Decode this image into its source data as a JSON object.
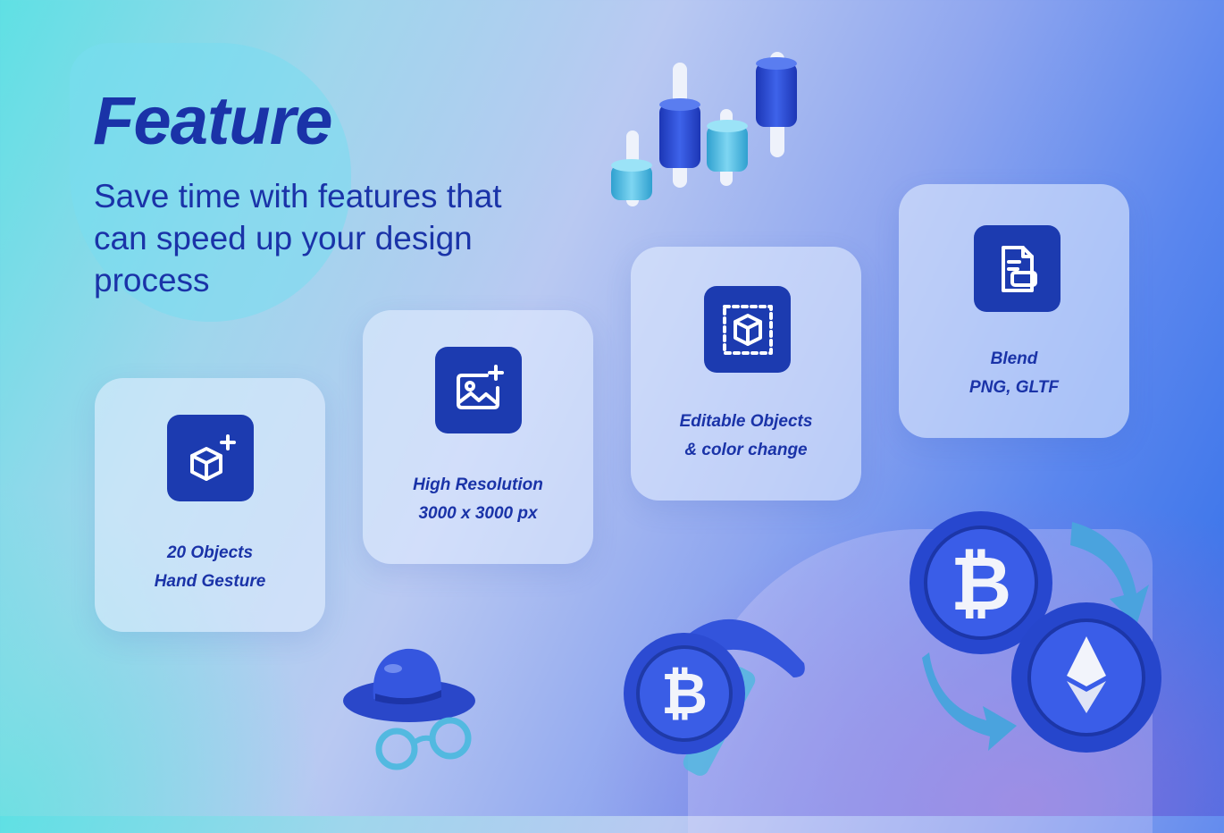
{
  "heading": "Feature",
  "subtitle": "Save time with features that can speed up your design process",
  "cards": [
    {
      "icon": "cube-add-icon",
      "line1": "20 Objects",
      "line2": "Hand Gesture"
    },
    {
      "icon": "image-add-icon",
      "line1": "High Resolution",
      "line2": "3000 x 3000 px"
    },
    {
      "icon": "cube-select-icon",
      "line1": "Editable Objects",
      "line2": "& color change"
    },
    {
      "icon": "file-icon",
      "line1": "Blend",
      "line2": "PNG, GLTF"
    }
  ],
  "colors": {
    "primary": "#1a33a8",
    "icon_bg": "#1c3bb0",
    "coin": "#2f4fd6",
    "cyan": "#4fb8dc"
  },
  "decorations": [
    "candlestick-chart-icon",
    "hat-glasses-icon",
    "pickaxe-bitcoin-icon",
    "crypto-exchange-icon"
  ]
}
